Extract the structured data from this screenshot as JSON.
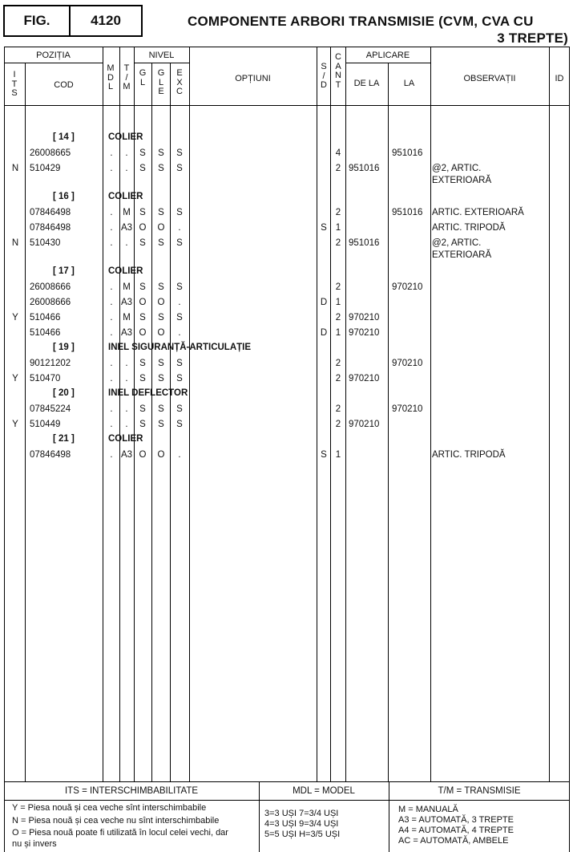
{
  "fig": {
    "label": "FIG.",
    "number": "4120"
  },
  "title": {
    "line1": "COMPONENTE ARBORI TRANSMISIE (CVM, CVA CU",
    "line2": "3 TREPTE)"
  },
  "header": {
    "pozitia": "POZIȚIA",
    "its": "I T S",
    "cod": "COD",
    "mdl": "M D L",
    "tm": "T / M",
    "nivel": "NIVEL",
    "gl": "G L",
    "gle": "G L E",
    "exc": "E X C",
    "optiuni": "OPȚIUNI",
    "sd": "S / D",
    "cant": "C A N T",
    "aplicare": "APLICARE",
    "dela": "DE LA",
    "la": "LA",
    "observatii": "OBSERVAȚII",
    "id": "ID"
  },
  "groups": [
    {
      "pos": "[ 14 ]",
      "name": "COLIER",
      "rows": [
        {
          "its": "",
          "cod": "26008665",
          "mdl": ".",
          "tm": ".",
          "gl": "S",
          "gle": "S",
          "exc": "S",
          "sd": "",
          "cant": "4",
          "dela": "",
          "la": "951016",
          "obs": ""
        },
        {
          "its": "N",
          "cod": "510429",
          "mdl": ".",
          "tm": ".",
          "gl": "S",
          "gle": "S",
          "exc": "S",
          "sd": "",
          "cant": "2",
          "dela": "951016",
          "la": "",
          "obs": "@2, ARTIC.",
          "obs2": "EXTERIOARĂ"
        }
      ]
    },
    {
      "pos": "[ 16 ]",
      "name": "COLIER",
      "rows": [
        {
          "its": "",
          "cod": "07846498",
          "mdl": ".",
          "tm": "M",
          "gl": "S",
          "gle": "S",
          "exc": "S",
          "sd": "",
          "cant": "2",
          "dela": "",
          "la": "951016",
          "obs": "ARTIC. EXTERIOARĂ"
        },
        {
          "its": "",
          "cod": "07846498",
          "mdl": ".",
          "tm": "A3",
          "gl": "O",
          "gle": "O",
          "exc": ".",
          "sd": "S",
          "cant": "1",
          "dela": "",
          "la": "",
          "obs": "ARTIC. TRIPODĂ"
        },
        {
          "its": "N",
          "cod": "510430",
          "mdl": ".",
          "tm": ".",
          "gl": "S",
          "gle": "S",
          "exc": "S",
          "sd": "",
          "cant": "2",
          "dela": "951016",
          "la": "",
          "obs": "@2, ARTIC.",
          "obs2": "EXTERIOARĂ"
        }
      ]
    },
    {
      "pos": "[ 17 ]",
      "name": "COLIER",
      "rows": [
        {
          "its": "",
          "cod": "26008666",
          "mdl": ".",
          "tm": "M",
          "gl": "S",
          "gle": "S",
          "exc": "S",
          "sd": "",
          "cant": "2",
          "dela": "",
          "la": "970210",
          "obs": ""
        },
        {
          "its": "",
          "cod": "26008666",
          "mdl": ".",
          "tm": "A3",
          "gl": "O",
          "gle": "O",
          "exc": ".",
          "sd": "D",
          "cant": "1",
          "dela": "",
          "la": "",
          "obs": ""
        },
        {
          "its": "Y",
          "cod": "510466",
          "mdl": ".",
          "tm": "M",
          "gl": "S",
          "gle": "S",
          "exc": "S",
          "sd": "",
          "cant": "2",
          "dela": "970210",
          "la": "",
          "obs": ""
        },
        {
          "its": "",
          "cod": "510466",
          "mdl": ".",
          "tm": "A3",
          "gl": "O",
          "gle": "O",
          "exc": ".",
          "sd": "D",
          "cant": "1",
          "dela": "970210",
          "la": "",
          "obs": ""
        }
      ]
    },
    {
      "pos": "[ 19 ]",
      "name": "INEL SIGURANȚĂ-ARTICULAȚIE",
      "rows": [
        {
          "its": "",
          "cod": "90121202",
          "mdl": ".",
          "tm": ".",
          "gl": "S",
          "gle": "S",
          "exc": "S",
          "sd": "",
          "cant": "2",
          "dela": "",
          "la": "970210",
          "obs": ""
        },
        {
          "its": "Y",
          "cod": "510470",
          "mdl": ".",
          "tm": ".",
          "gl": "S",
          "gle": "S",
          "exc": "S",
          "sd": "",
          "cant": "2",
          "dela": "970210",
          "la": "",
          "obs": ""
        }
      ]
    },
    {
      "pos": "[ 20 ]",
      "name": "INEL DEFLECTOR",
      "rows": [
        {
          "its": "",
          "cod": "07845224",
          "mdl": ".",
          "tm": ".",
          "gl": "S",
          "gle": "S",
          "exc": "S",
          "sd": "",
          "cant": "2",
          "dela": "",
          "la": "970210",
          "obs": ""
        },
        {
          "its": "Y",
          "cod": "510449",
          "mdl": ".",
          "tm": ".",
          "gl": "S",
          "gle": "S",
          "exc": "S",
          "sd": "",
          "cant": "2",
          "dela": "970210",
          "la": "",
          "obs": ""
        }
      ]
    },
    {
      "pos": "[ 21 ]",
      "name": "COLIER",
      "rows": [
        {
          "its": "",
          "cod": "07846498",
          "mdl": ".",
          "tm": "A3",
          "gl": "O",
          "gle": "O",
          "exc": ".",
          "sd": "S",
          "cant": "1",
          "dela": "",
          "la": "",
          "obs": "ARTIC. TRIPODĂ"
        }
      ]
    }
  ],
  "legend": {
    "its_title": "ITS = INTERSCHIMBABILITATE",
    "mdl_title": "MDL = MODEL",
    "tm_title": "T/M = TRANSMISIE",
    "its_lines": [
      "Y = Piesa nouă și cea veche sînt interschimbabile",
      "N = Piesa nouă și  cea veche nu sînt interschimbabile",
      "O = Piesa nouă poate fi utilizată în locul celei vechi, dar",
      "nu și invers"
    ],
    "mdl_lines": [
      "3=3 UȘI   7=3/4 UȘI",
      "4=3 UȘI   9=3/4 UȘI",
      "5=5 UȘI   H=3/5 UȘI"
    ],
    "tm_lines": [
      "M   = MANUALĂ",
      "A3 = AUTOMATĂ, 3 TREPTE",
      "A4 = AUTOMATĂ, 4 TREPTE",
      "AC = AUTOMATĂ, AMBELE"
    ]
  }
}
